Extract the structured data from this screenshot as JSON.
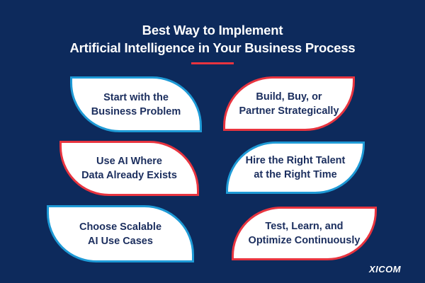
{
  "header": {
    "title_line1": "Best Way to Implement",
    "title_line2": "Artificial Intelligence in Your Business Process"
  },
  "colors": {
    "background": "#0d2a5c",
    "accent_red": "#e8343f",
    "accent_blue": "#1e9ad6",
    "text_dark": "#1b2e5e"
  },
  "cards": [
    {
      "line1": "Start with the",
      "line2": "Business Problem",
      "border": "blue"
    },
    {
      "line1": "Build, Buy, or",
      "line2": "Partner Strategically",
      "border": "red"
    },
    {
      "line1": "Use AI Where",
      "line2": "Data Already Exists",
      "border": "red"
    },
    {
      "line1": "Hire the Right Talent",
      "line2": "at the Right Time",
      "border": "blue"
    },
    {
      "line1": "Choose Scalable",
      "line2": "AI Use Cases",
      "border": "blue"
    },
    {
      "line1": "Test, Learn, and",
      "line2": "Optimize Continuously",
      "border": "red"
    }
  ],
  "footer": {
    "logo": "XICOM"
  }
}
